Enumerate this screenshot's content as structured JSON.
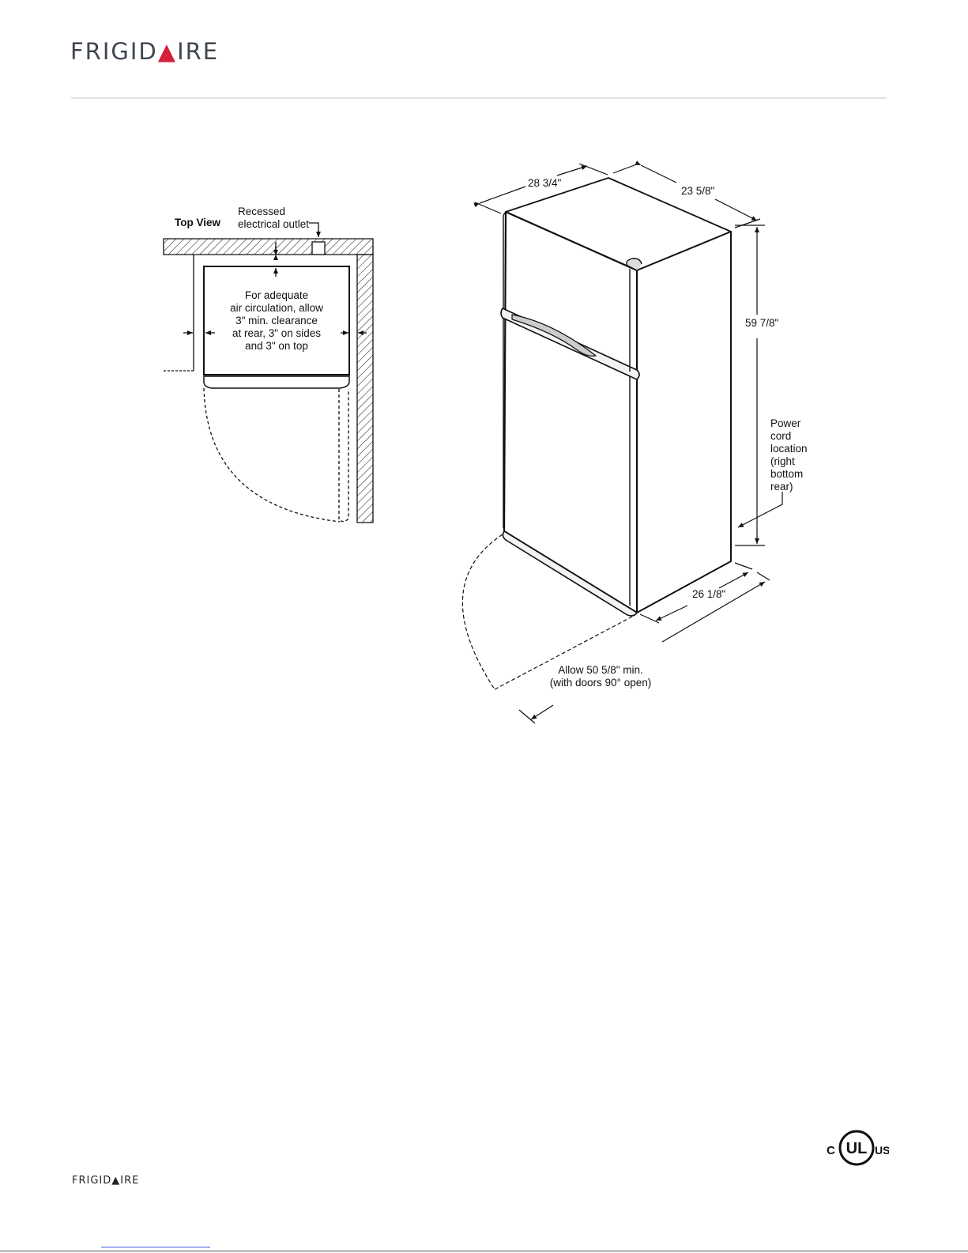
{
  "header": {
    "brand_prefix": "FRIGID",
    "brand_suffix": "IRE"
  },
  "top_view": {
    "title": "Top View",
    "outlet_label": "Recessed\nelectrical outlet",
    "clearance_note": "For adequate\nair circulation, allow\n3\" min. clearance\nat rear, 3\" on sides\nand 3\" on top"
  },
  "dimensions": {
    "width": "28 3/4\"",
    "depth": "23 5/8\"",
    "height": "59 7/8\"",
    "depth_door_open": "26 1/8\"",
    "power_cord": "Power\ncord\nlocation\n(right\nbottom\nrear)",
    "allow_clearance": "Allow 50 5/8\" min.\n(with doors 90° open)"
  },
  "footer": {
    "brand_prefix": "FRIGID",
    "brand_suffix": "IRE",
    "ul_c": "C",
    "ul_text": "UL",
    "ul_us": "US"
  },
  "colors": {
    "brand_gray": "#3f4651",
    "brand_red": "#d4213c"
  }
}
